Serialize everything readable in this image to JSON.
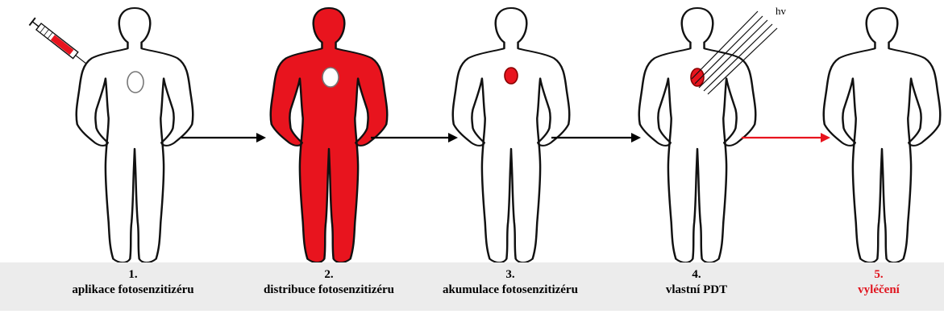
{
  "steps": [
    {
      "number": "1.",
      "label": "aplikace fotosenzitizéru",
      "fill": "#ffffff",
      "caption_color": "#000000"
    },
    {
      "number": "2.",
      "label": "distribuce fotosenzitizéru",
      "fill": "#e8141e",
      "caption_color": "#000000"
    },
    {
      "number": "3.",
      "label": "akumulace fotosenzitizéru",
      "fill": "#ffffff",
      "caption_color": "#000000"
    },
    {
      "number": "4.",
      "label": "vlastní PDT",
      "fill": "#ffffff",
      "caption_color": "#000000"
    },
    {
      "number": "5.",
      "label": "vyléčení",
      "fill": "#ffffff",
      "caption_color": "#e0141e"
    }
  ],
  "light_label": "hv",
  "colors": {
    "accent_red": "#e8141e",
    "outline": "#111111",
    "arrow_black": "#000000",
    "arrow_red": "#e8141e",
    "caption_bar": "#ececec"
  },
  "icons": [
    "syringe-icon",
    "light-beam-icon"
  ]
}
